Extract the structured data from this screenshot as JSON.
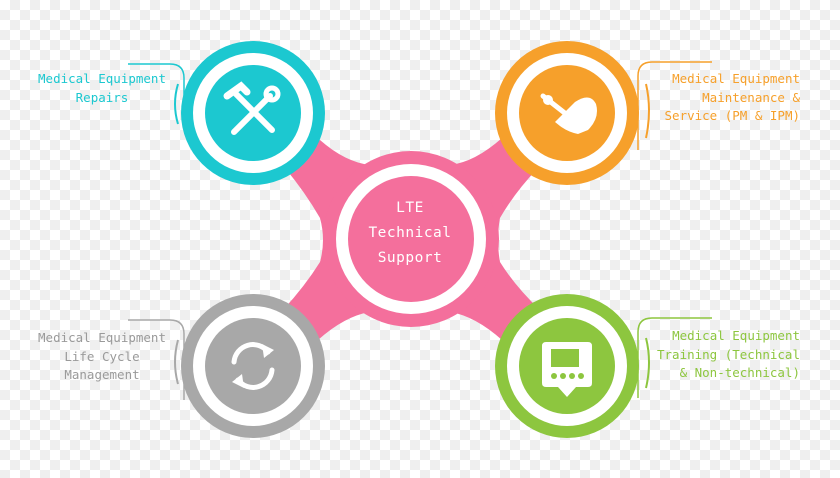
{
  "center": {
    "lines": [
      "LTE",
      "Technical",
      "Support"
    ],
    "color": "#f46f9c"
  },
  "nodes": [
    {
      "id": "repairs",
      "lines": [
        "Medical Equipment",
        "Repairs"
      ],
      "color": "#1cc8d0",
      "icon": "hammer-wrench-icon"
    },
    {
      "id": "maintenance",
      "lines": [
        "Medical Equipment",
        "Maintenance &",
        "Service (PM & IPM)"
      ],
      "color": "#f6a02b",
      "icon": "hand-tools-icon"
    },
    {
      "id": "lifecycle",
      "lines": [
        "Medical Equipment",
        "Life Cycle",
        "Management"
      ],
      "color": "#a8a8a8",
      "icon": "cycle-arrows-icon"
    },
    {
      "id": "training",
      "lines": [
        "Medical Equipment",
        "Training (Technical",
        "& Non-technical)"
      ],
      "color": "#8dc63f",
      "icon": "presentation-board-icon"
    }
  ]
}
